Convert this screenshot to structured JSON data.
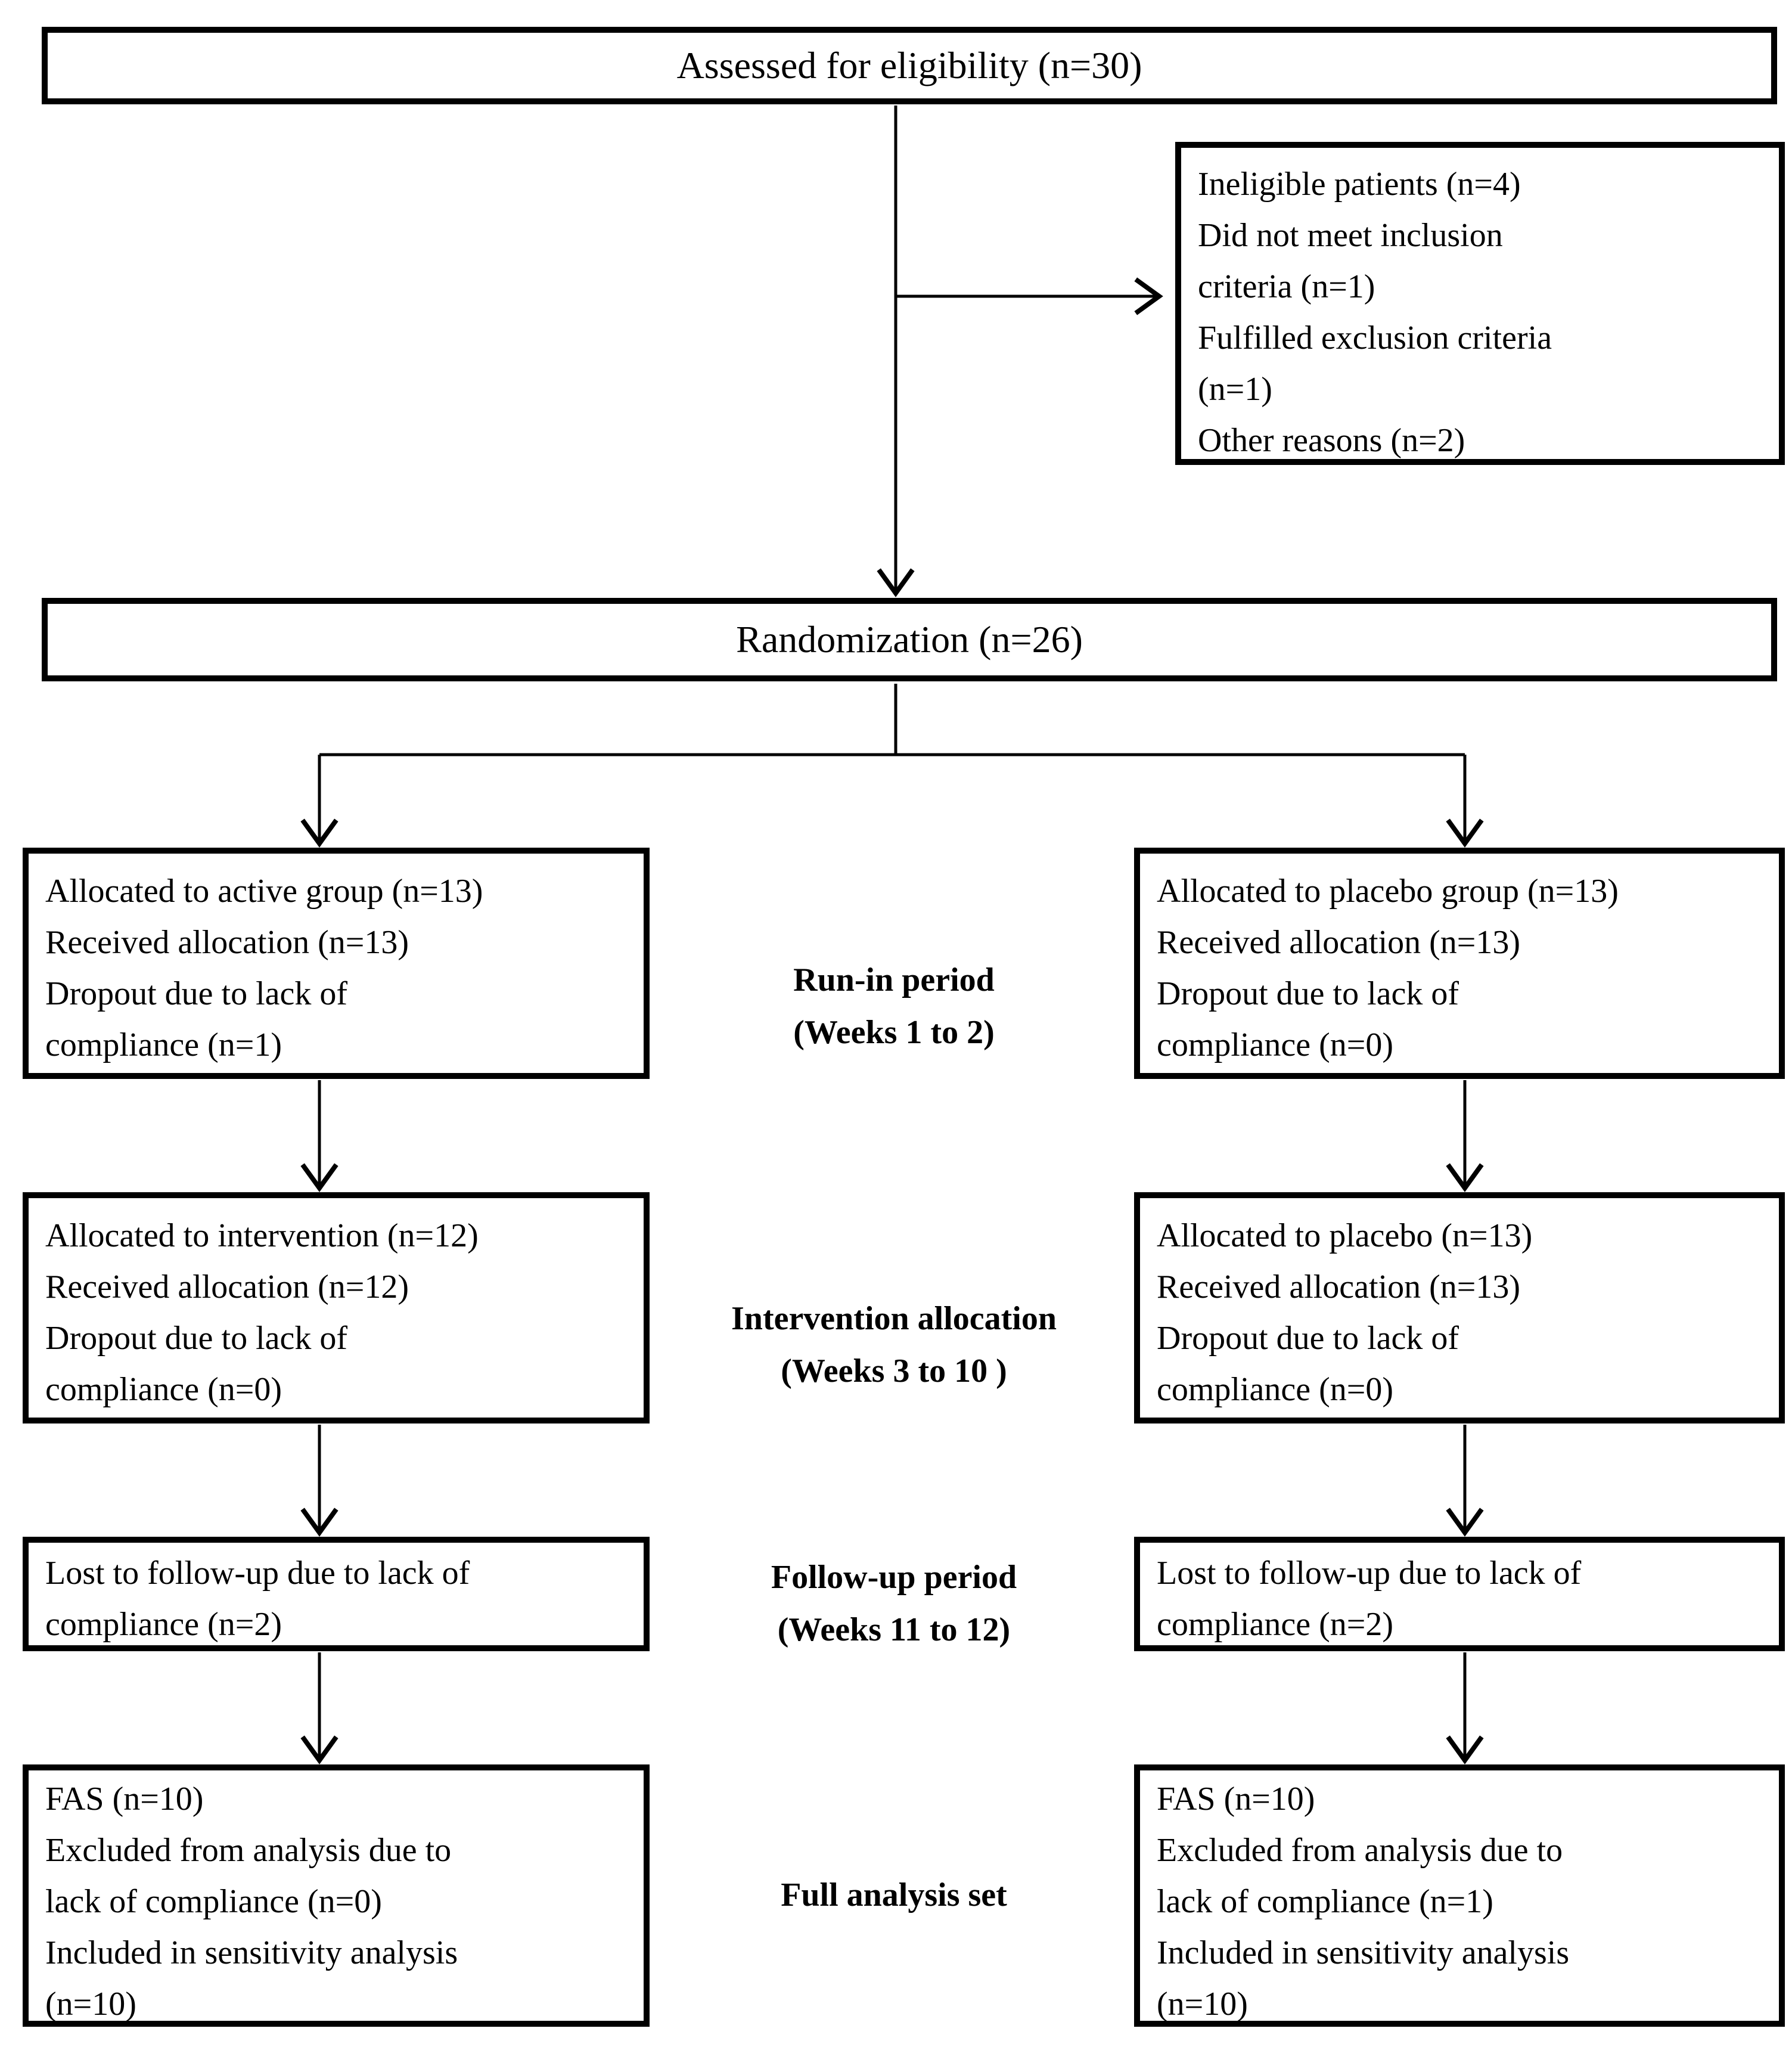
{
  "flow": {
    "eligibility": "Assessed for eligibility (n=30)",
    "exclusions": [
      "Ineligible patients (n=4)",
      "Did not meet inclusion",
      "criteria (n=1)",
      "Fulfilled exclusion criteria",
      "(n=1)",
      "Other reasons (n=2)"
    ],
    "randomization": "Randomization (n=26)",
    "runin_active": [
      "Allocated to active group (n=13)",
      "Received allocation (n=13)",
      "Dropout due to lack of",
      "compliance (n=1)"
    ],
    "runin_placebo": [
      "Allocated to placebo group (n=13)",
      "Received allocation (n=13)",
      "Dropout due to lack of",
      "compliance (n=0)"
    ],
    "intervention_active": [
      "Allocated to intervention (n=12)",
      "Received allocation (n=12)",
      "Dropout due to lack of",
      "compliance (n=0)"
    ],
    "intervention_placebo": [
      "Allocated to placebo (n=13)",
      "Received allocation (n=13)",
      "Dropout due to lack of",
      "compliance (n=0)"
    ],
    "followup_active": [
      "Lost to follow-up due to lack of",
      "compliance (n=2)"
    ],
    "followup_placebo": [
      "Lost to follow-up due to lack of",
      "compliance (n=2)"
    ],
    "fas_active": [
      "FAS (n=10)",
      "Excluded from analysis due to",
      "lack of compliance (n=0)",
      "Included in sensitivity analysis",
      "(n=10)"
    ],
    "fas_placebo": [
      "FAS (n=10)",
      "Excluded from analysis due to",
      "lack of compliance (n=1)",
      "Included in sensitivity analysis",
      "(n=10)"
    ],
    "stages": [
      {
        "title": "Run-in period",
        "subtitle": "(Weeks 1 to 2)"
      },
      {
        "title": "Intervention allocation",
        "subtitle": "(Weeks 3 to 10 )"
      },
      {
        "title": "Follow-up period",
        "subtitle": "(Weeks 11 to 12)"
      },
      {
        "title": "Full analysis set",
        "subtitle": ""
      }
    ]
  },
  "colors": {
    "line": "#000000",
    "text": "#000000",
    "background": "#ffffff"
  }
}
